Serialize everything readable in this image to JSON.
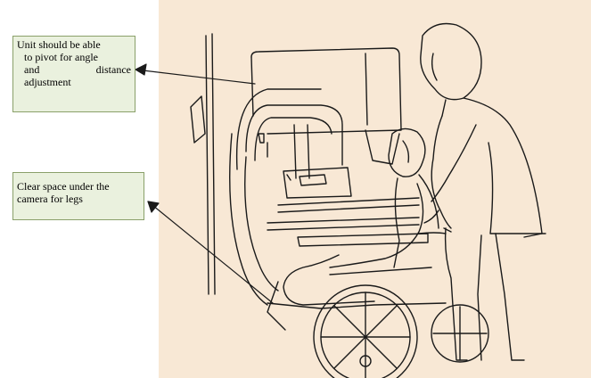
{
  "callouts": {
    "pivot": {
      "lines": [
        "Unit should be able",
        "to pivot for angle",
        "and",
        "distance",
        "adjustment"
      ]
    },
    "legs": {
      "lines": [
        "Clear space under the",
        "camera for legs"
      ]
    }
  },
  "colors": {
    "background": "#f8e8d5",
    "callout_fill": "#eaf1de",
    "callout_border": "#8aa06a",
    "ink": "#1a1a1a"
  },
  "icons": [
    "wheelchair-sketch",
    "mammography-unit-sketch",
    "technician-sketch",
    "patient-sketch"
  ]
}
